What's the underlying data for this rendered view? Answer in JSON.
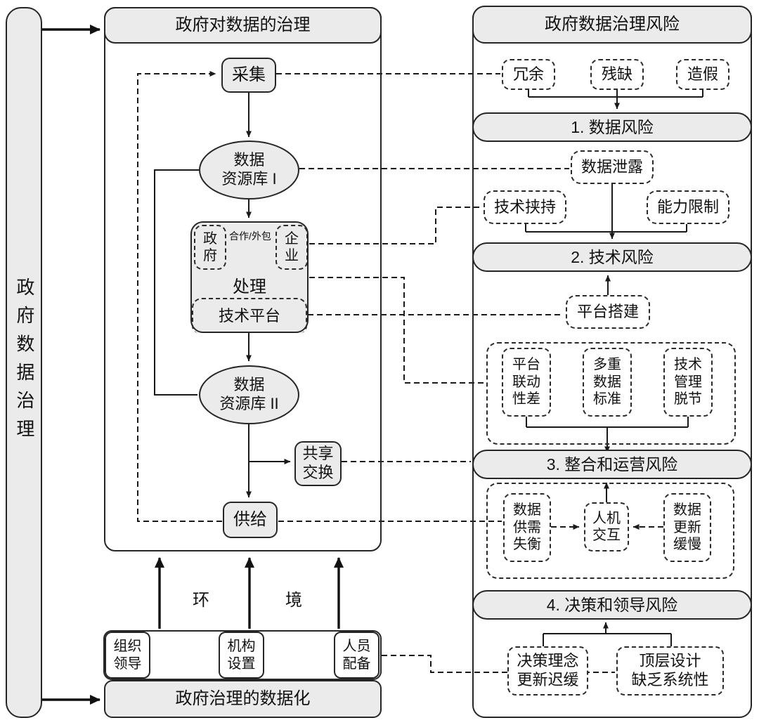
{
  "left_bar": {
    "label": "政府数据治理"
  },
  "left_panel": {
    "title": "政府对数据的治理",
    "collect": "采集",
    "repo1": "数据\n资源库 I",
    "gov": "政\n府",
    "enterprise": "企\n业",
    "coop_label": "合作/外包",
    "process": "处理",
    "tech_platform": "技术平台",
    "repo2": "数据\n资源库 II",
    "share_exchange": "共享\n交换",
    "supply": "供给",
    "env_left": "环",
    "env_right": "境",
    "org_leadership": "组织\n领导",
    "org_setup": "机构\n设置",
    "staffing": "人员\n配备",
    "footer": "政府治理的数据化"
  },
  "right_panel": {
    "title": "政府数据治理风险",
    "data_risk": {
      "label": "1. 数据风险",
      "causes": {
        "redundancy": "冗余",
        "incomplete": "残缺",
        "falsify": "造假"
      }
    },
    "tech_risk": {
      "label": "2. 技术风险",
      "causes": {
        "leak": "数据泄露",
        "hijack": "技术挟持",
        "capability": "能力限制",
        "platform_build": "平台搭建"
      }
    },
    "integration_risk": {
      "label": "3. 整合和运营风险",
      "causes": {
        "linkage": "平台\n联动\n性差",
        "standards": "多重\n数据\n标准",
        "disconnect": "技术\n管理\n脱节",
        "imbalance": "数据\n供需\n失衡",
        "hci": "人机\n交互",
        "slow_update": "数据\n更新\n缓慢"
      }
    },
    "decision_risk": {
      "label": "4. 决策和领导风险",
      "causes": {
        "concept": "决策理念\n更新迟缓",
        "top_design": "顶层设计\n缺乏系统性"
      }
    }
  }
}
